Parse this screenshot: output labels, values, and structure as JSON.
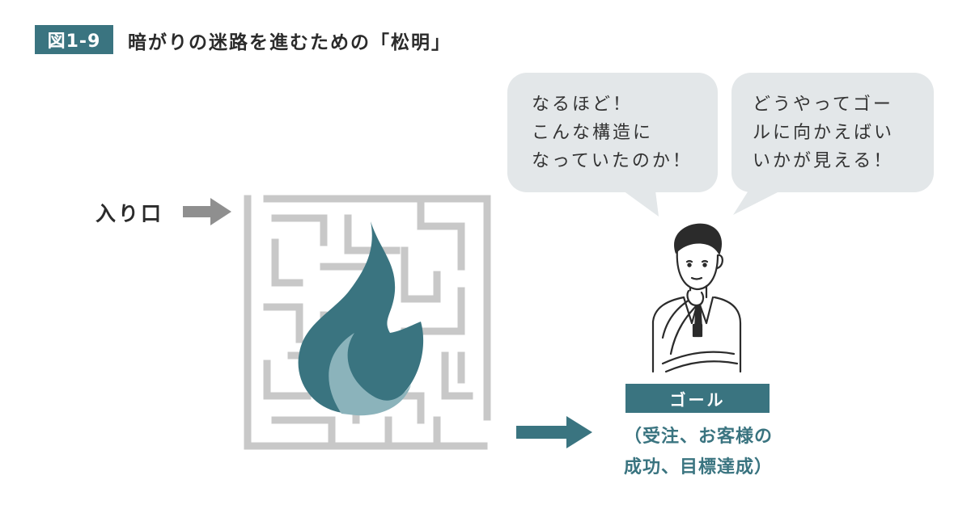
{
  "figure": {
    "number": "図1-9",
    "title": "暗がりの迷路を進むための「松明」"
  },
  "entrance": {
    "label": "入り口"
  },
  "bubbles": [
    {
      "lines": [
        "なるほど！",
        "こんな構造に",
        "なっていたのか！"
      ]
    },
    {
      "lines": [
        "どうやってゴー",
        "ルに向かえばい",
        "いかが見える！"
      ]
    }
  ],
  "goal": {
    "label": "ゴール",
    "description_lines": [
      "（受注、お客様の",
      "成功、目標達成）"
    ]
  },
  "colors": {
    "accent": "#3a7480",
    "maze": "#c8c8c8",
    "arrow_gray": "#8f8f8f",
    "bubble": "#e3e7e9",
    "flame": "#3a7480",
    "flame_inner": "#8bb3bb"
  },
  "icons": [
    "torch-flame-icon",
    "thinking-businessman-illustration"
  ]
}
